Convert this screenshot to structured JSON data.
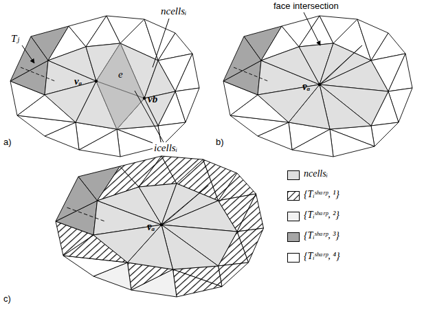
{
  "diagram": {
    "labels": [
      "face intersection",
      "ncellsᵢ",
      "Tⱼ",
      "vₐ",
      "e",
      "vb",
      "icellsᵢ",
      "a)",
      "v̄ₐ",
      "b)",
      "v̄ₐ",
      "c)"
    ],
    "legend": [
      {
        "text": "ncellsᵢ",
        "color": "#e0e0e0"
      },
      {
        "text": "{Tᵢˢʰᵃʳᵖ, ¹}"
      },
      {
        "text": "{Tᵢˢʰᵃʳᵖ, ²}",
        "color": "#f2f2f2"
      },
      {
        "text": "{Tᵢˢʰᵃʳᵖ, ³}",
        "color": "#a6a6a6"
      },
      {
        "text": "{Tᵢˢʰᵃʳᵖ, ⁴}",
        "color": "#ffffff"
      }
    ]
  }
}
